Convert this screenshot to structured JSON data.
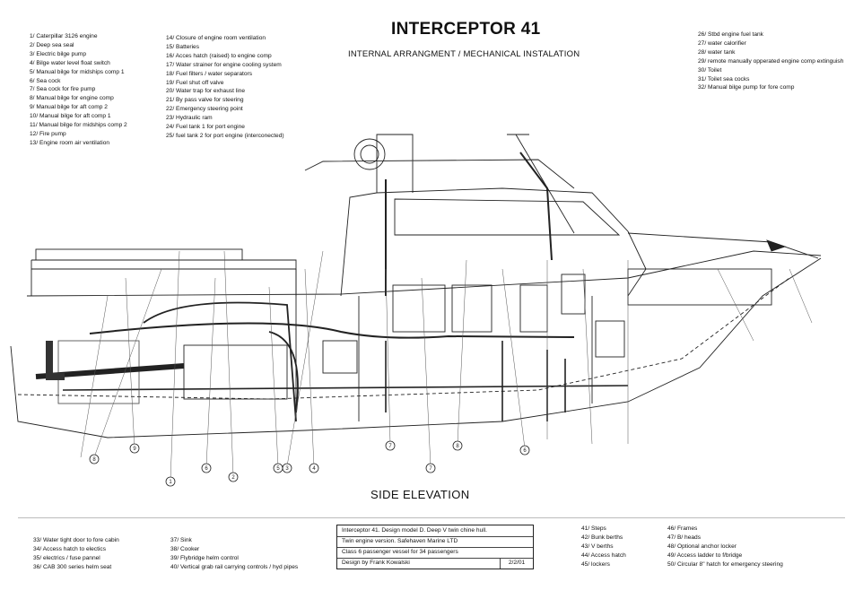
{
  "header": {
    "title": "INTERCEPTOR 41",
    "subtitle": "INTERNAL ARRANGMENT / MECHANICAL INSTALATION"
  },
  "legend_top_left": [
    "1/ Caterpillar 3126 engine",
    "2/ Deep sea seal",
    "3/ Electric bilge pump",
    "4/ Bilge water level float switch",
    "5/ Manual bilge for midships comp 1",
    "6/ Sea cock",
    "7/ Sea cock for fire pump",
    "8/ Manual bilge for engine comp",
    "9/ Manual bilge for aft comp 2",
    "10/ Manual bilge for aft comp 1",
    "11/ Manual bilge for midships comp 2",
    "12/ Fire pump",
    "13/ Engine room air ventilation"
  ],
  "legend_top_middle": [
    "14/ Closure of engine room ventilation",
    "15/ Batteries",
    "16/ Acces hatch (raised) to engine comp",
    "17/ Water strainer for engine cooling system",
    "18/ Fuel filters / water separators",
    "19/ Fuel shut off valve",
    "20/ Water trap for exhaust line",
    "21/ By pass valve for steering",
    "22/ Emergency steering point",
    "23/ Hydraulic ram",
    "24/ Fuel tank 1 for port engine",
    "25/ fuel tank 2 for port engine (interconected)"
  ],
  "legend_top_right": [
    "26/ Stbd engine fuel tank",
    "27/ water calorifier",
    "28/ water tank",
    "29/ remote manually opperated engine comp extinguish",
    "30/ Toilet",
    "31/ Toilet sea cocks",
    "32/ Manual bilge pump for fore comp"
  ],
  "view_label": "SIDE ELEVATION",
  "legend_bottom_1": [
    "33/ Water tight door to fore cabin",
    "34/ Access hatch to electics",
    "35/ electrics / fuse pannel",
    "36/ CAB 300 series helm seat"
  ],
  "legend_bottom_2": [
    "37/ Sink",
    "38/ Cooker",
    "39/ Flybridge helm control",
    "40/ Vertical grab rail carrying controls / hyd pipes"
  ],
  "title_block": {
    "line1": "Interceptor 41. Design model D.  Deep V twin chine hull.",
    "line2": "Twin engine version.  Safehaven Marine LTD",
    "line3": "Class 6 passenger vessel for 34 passengers",
    "line4": "Design by Frank Kowalski",
    "date": "2/2/01"
  },
  "legend_bottom_3": [
    "41/ Steps",
    "42/ Bunk berths",
    "43/ V berths",
    "44/ Access hatch",
    "45/ lockers"
  ],
  "legend_bottom_4": [
    "46/ Frames",
    "47/ B/ heads",
    "48/ Optional anchor locker",
    "49/ Access ladder to f/bridge",
    "50/ Circular 8\" hatch for emergency steering"
  ],
  "callout_labels": [
    "9",
    "8",
    "6",
    "5",
    "4",
    "2",
    "1",
    "3",
    "7",
    "7",
    "8",
    "6"
  ]
}
